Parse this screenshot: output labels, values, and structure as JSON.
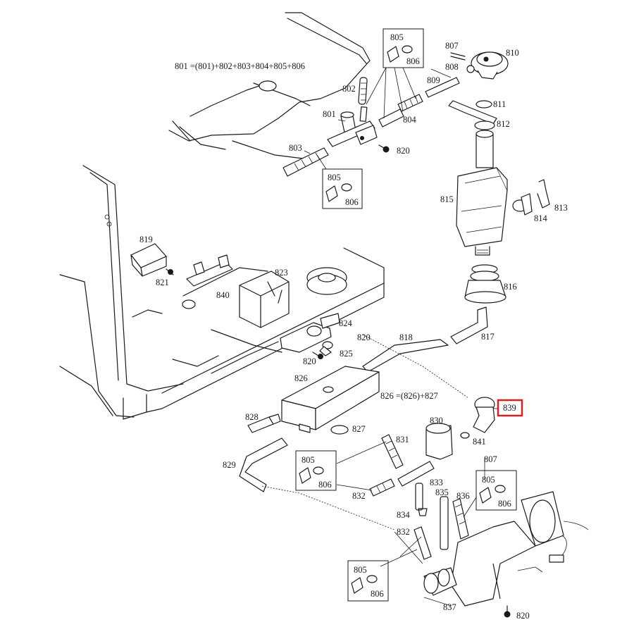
{
  "formulas": {
    "f801": "801 =(801)+802+803+804+805+806",
    "f826": "826 =(826)+827"
  },
  "labels": {
    "p801": "801",
    "p802": "802",
    "p803": "803",
    "p804": "804",
    "p805a": "805",
    "p806a": "806",
    "p805b": "805",
    "p806b": "806",
    "p807a": "807",
    "p808": "808",
    "p809": "809",
    "p810": "810",
    "p811": "811",
    "p812": "812",
    "p813": "813",
    "p814": "814",
    "p815": "815",
    "p816": "816",
    "p817": "817",
    "p818": "818",
    "p819": "819",
    "p820a": "820",
    "p820b": "820",
    "p820c": "820",
    "p820d": "820",
    "p821": "821",
    "p823": "823",
    "p824": "824",
    "p825": "825",
    "p826": "826",
    "p827": "827",
    "p828": "828",
    "p829": "829",
    "p830": "830",
    "p831": "831",
    "p832a": "832",
    "p832b": "832",
    "p833": "833",
    "p834": "834",
    "p835": "835",
    "p836": "836",
    "p837": "837",
    "p839": "839",
    "p840": "840",
    "p841": "841",
    "p807b": "807",
    "p805c": "805",
    "p806c": "806",
    "p805d": "805",
    "p806d": "806",
    "p805e": "805",
    "p806e": "806"
  },
  "highlight": {
    "part": "839",
    "color": "#d81e1e"
  }
}
